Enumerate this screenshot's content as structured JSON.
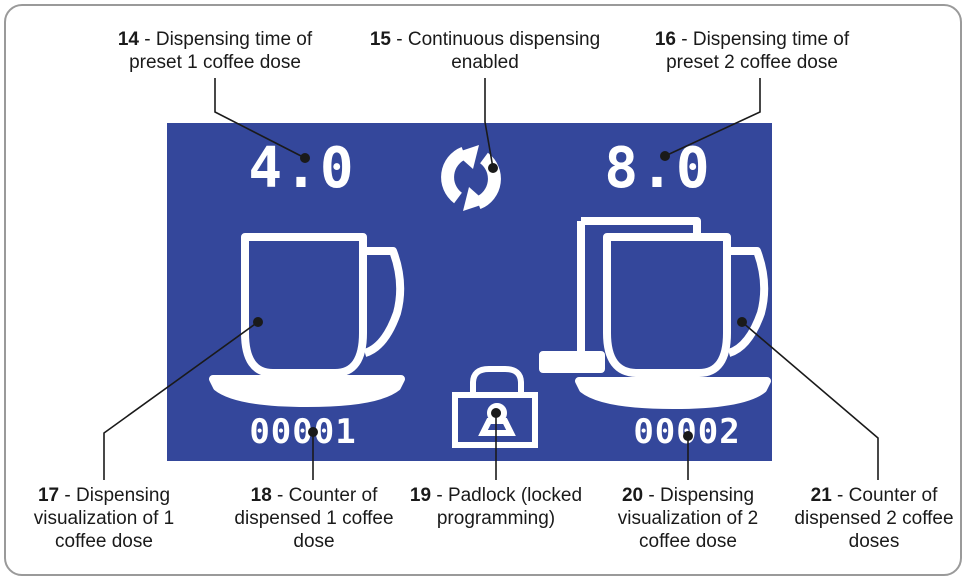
{
  "screen": {
    "time_preset_1": "4.0",
    "time_preset_2": "8.0",
    "counter_1": "00001",
    "counter_2": "00002",
    "background_color": "#34479b"
  },
  "callouts": [
    {
      "number": "14",
      "line1": " - Dispensing time of",
      "line2": "preset 1 coffee dose",
      "line3": ""
    },
    {
      "number": "15",
      "line1": " - Continuous dispensing",
      "line2": "enabled",
      "line3": ""
    },
    {
      "number": "16",
      "line1": " - Dispensing time of",
      "line2": "preset 2 coffee dose",
      "line3": ""
    },
    {
      "number": "17",
      "line1": " - Dispensing",
      "line2": "visualization of 1",
      "line3": "coffee dose"
    },
    {
      "number": "18",
      "line1": " - Counter of",
      "line2": "dispensed 1 coffee",
      "line3": "dose"
    },
    {
      "number": "19",
      "line1": " - Padlock (locked",
      "line2": "programming)",
      "line3": ""
    },
    {
      "number": "20",
      "line1": " - Dispensing",
      "line2": "visualization of 2",
      "line3": "coffee dose"
    },
    {
      "number": "21",
      "line1": " - Counter of",
      "line2": "dispensed 2 coffee",
      "line3": "doses"
    }
  ],
  "icons": [
    "refresh-icon",
    "single-cup-icon",
    "double-cup-icon",
    "padlock-icon"
  ]
}
